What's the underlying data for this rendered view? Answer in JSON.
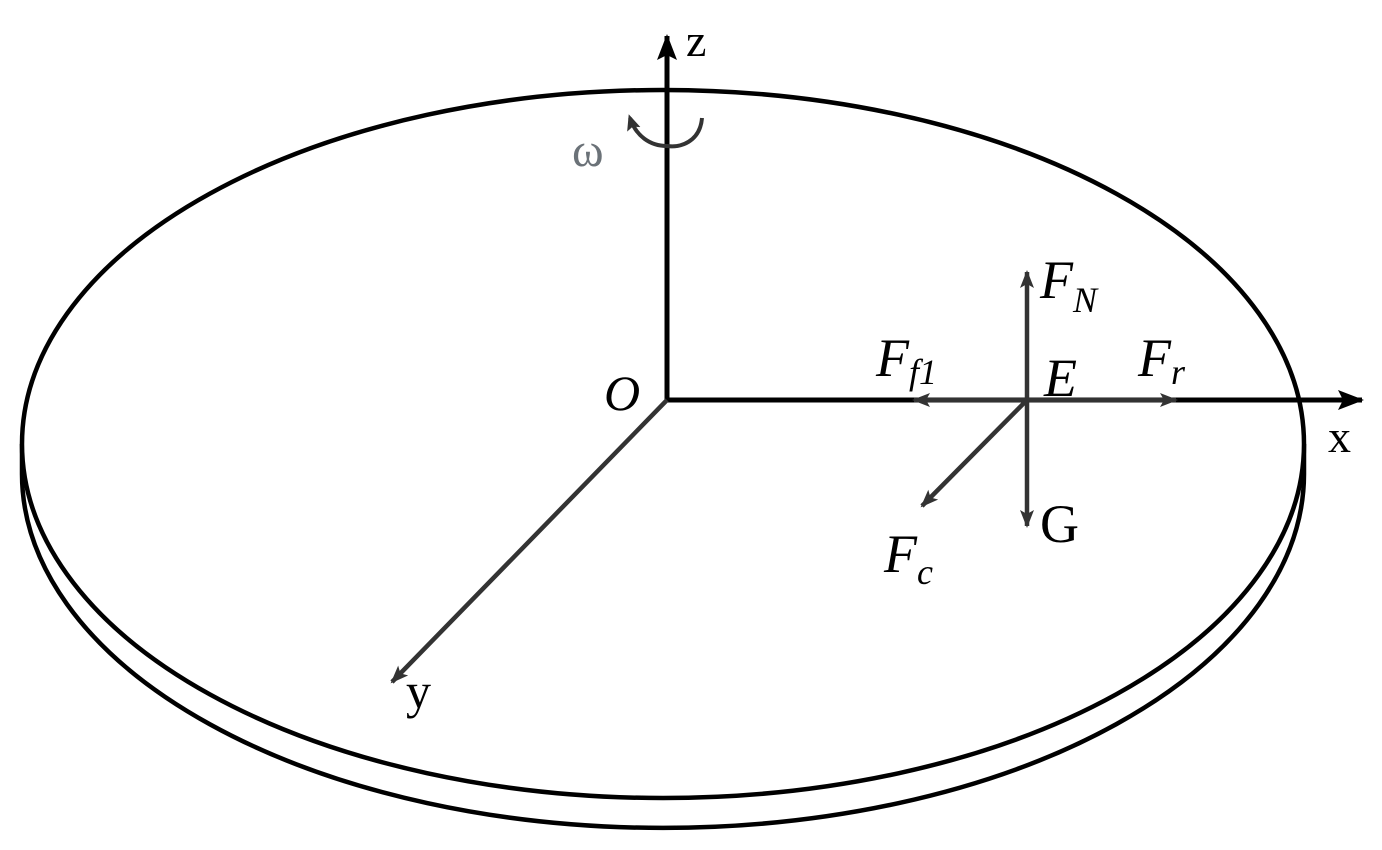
{
  "figure": {
    "description": "Force diagram of a particle E on a rotating disk",
    "axes": {
      "x_label": "x",
      "y_label": "y",
      "z_label": "z",
      "origin_label": "O"
    },
    "rotation": {
      "symbol": "ω",
      "color": "#6b7278"
    },
    "point": {
      "label": "E"
    },
    "forces": {
      "normal": {
        "main": "F",
        "sub": "N"
      },
      "friction": {
        "main": "F",
        "sub": "f1"
      },
      "resultant": {
        "main": "F",
        "sub": "r"
      },
      "centrifugal": {
        "main": "F",
        "sub": "c"
      },
      "gravity": {
        "main": "G"
      }
    },
    "colors": {
      "axis_stroke": "#000000",
      "force_stroke": "#333333",
      "disk_stroke": "#000000",
      "background": "#ffffff"
    }
  }
}
